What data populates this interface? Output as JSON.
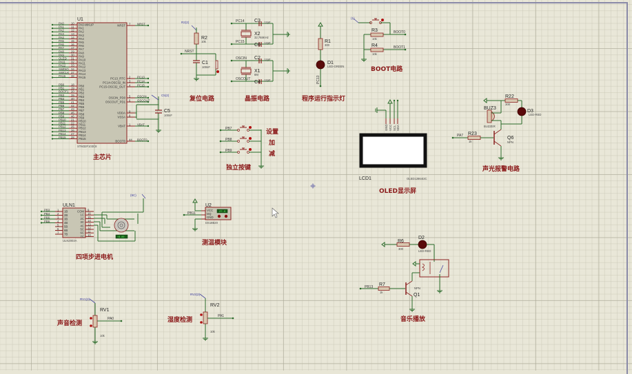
{
  "app": {
    "name": "Proteus schematic"
  },
  "colors": {
    "wire": "#2a6b2a",
    "title": "#8b1a1a",
    "component_outline": "#8b2020",
    "background": "#e9e7d8",
    "power_label": "#3a3aa0"
  },
  "blocks": {
    "mcu": {
      "title": "主芯片",
      "ref": "U1",
      "part": "STM32F103C8",
      "left_pins": [
        {
          "net": "PA0",
          "num": "10",
          "name": "PA0-WKUP"
        },
        {
          "net": "PA1",
          "num": "11",
          "name": "PA1"
        },
        {
          "net": "PA2",
          "num": "12",
          "name": "PA2"
        },
        {
          "net": "PA3",
          "num": "13",
          "name": "PA3"
        },
        {
          "net": "PA4",
          "num": "14",
          "name": "PA4"
        },
        {
          "net": "PA5",
          "num": "15",
          "name": "PA5"
        },
        {
          "net": "PA6",
          "num": "16",
          "name": "PA6"
        },
        {
          "net": "PA7",
          "num": "17",
          "name": "PA7"
        },
        {
          "net": "PA8",
          "num": "29",
          "name": "PA8"
        },
        {
          "net": "PA9",
          "num": "30",
          "name": "PA9"
        },
        {
          "net": "OLED",
          "num": "31",
          "name": "PA10"
        },
        {
          "net": "PA11",
          "num": "32",
          "name": "PA11"
        },
        {
          "net": "PA12",
          "num": "33",
          "name": "PA12"
        },
        {
          "net": "SWDIO",
          "num": "34",
          "name": "PA13"
        },
        {
          "net": "SWCLK",
          "num": "37",
          "name": "PA14"
        },
        {
          "net": "PA15",
          "num": "38",
          "name": "PA15"
        },
        {
          "net": "PB0",
          "num": "18",
          "name": "PB0"
        },
        {
          "net": "PB1",
          "num": "19",
          "name": "PB1"
        },
        {
          "net": "BOOT1",
          "num": "20",
          "name": "PB2"
        },
        {
          "net": "PB3",
          "num": "39",
          "name": "PB3"
        },
        {
          "net": "PB4",
          "num": "40",
          "name": "PB4"
        },
        {
          "net": "PB5",
          "num": "41",
          "name": "PB5"
        },
        {
          "net": "PB6",
          "num": "42",
          "name": "PB6"
        },
        {
          "net": "PB7",
          "num": "43",
          "name": "PB7"
        },
        {
          "net": "PB8",
          "num": "45",
          "name": "PB8"
        },
        {
          "net": "PB9",
          "num": "46",
          "name": "PB9"
        },
        {
          "net": "PB10",
          "num": "21",
          "name": "PB10"
        },
        {
          "net": "PB11",
          "num": "22",
          "name": "PB11"
        },
        {
          "net": "PB12",
          "num": "25",
          "name": "PB12"
        },
        {
          "net": "PB13",
          "num": "26",
          "name": "PB13"
        },
        {
          "net": "PB14",
          "num": "27",
          "name": "PB14"
        },
        {
          "net": "PB15",
          "num": "28",
          "name": "PB15"
        }
      ],
      "right_pins": [
        {
          "net": "NRST",
          "num": "7",
          "name": "NRST"
        },
        {
          "net": "PC13",
          "num": "2",
          "name": "PC13_RTC"
        },
        {
          "net": "PC14",
          "num": "3",
          "name": "PC14-OSC32_IN"
        },
        {
          "net": "PC15",
          "num": "4",
          "name": "PC15-OSC32_OUT"
        },
        {
          "net": "OSCIN",
          "num": "5",
          "name": "OSCIN_PD0"
        },
        {
          "net": "OSCOUT",
          "num": "6",
          "name": "OSCOUT_PD1"
        },
        {
          "net": "",
          "num": "9",
          "name": "VDDA"
        },
        {
          "net": "",
          "num": "8",
          "name": "VSSA"
        },
        {
          "net": "VBAT",
          "num": "1",
          "name": "VBAT"
        },
        {
          "net": "BOOT0",
          "num": "44",
          "name": "BOOT0"
        }
      ],
      "c5": {
        "ref": "C5",
        "value": "100nF",
        "power": "C5(2)"
      }
    },
    "reset": {
      "title": "复位电路",
      "r_ref": "R2",
      "r_val": "10k",
      "c_ref": "C1",
      "c_val": "100nF",
      "net": "NRST",
      "power": "R2(2)"
    },
    "crystal": {
      "title": "晶振电路",
      "x2": {
        "ref": "X2",
        "value": "32.768KHz",
        "c_top": "C3",
        "c_bot": "C6",
        "cval": "12pF",
        "net_top": "PC14",
        "net_bot": "PC15"
      },
      "x1": {
        "ref": "X1",
        "value": "8M",
        "c_top": "C2",
        "c_bot": "C4",
        "cval": "12pF",
        "net_top": "OSCIN",
        "net_bot": "OSCOUT"
      }
    },
    "run_led": {
      "title": "程序运行指示灯",
      "r_ref": "R1",
      "r_val": "300",
      "d_ref": "D1",
      "d_val": "LED-GREEN",
      "net": "PC13"
    },
    "boot": {
      "title": "BOOT电路",
      "r3": "R3",
      "r4": "R4",
      "rval": "10k",
      "net0": "BOOT0",
      "net1": "BOOT1",
      "power": "(1)"
    },
    "keys": {
      "title": "独立按键",
      "items": [
        {
          "net": "PB7",
          "label": "设置"
        },
        {
          "net": "PB8",
          "label": "加"
        },
        {
          "net": "PB9",
          "label": "减"
        }
      ]
    },
    "oled": {
      "title": "OLED显示屏",
      "ref": "LCD1",
      "part": "OLED12864I2C",
      "pins": [
        "GND",
        "VCC",
        "SCL",
        "SDA"
      ]
    },
    "alarm": {
      "title": "声光报警电路",
      "buz_ref": "BUZ3",
      "buz_val": "BUZZER",
      "r22": "R22",
      "r22_val": "300",
      "d3": "D3",
      "d3_val": "LED-RED",
      "r23": "R23",
      "r23_val": "1k",
      "q": "Q6",
      "q_val": "NPN",
      "net": "PA7"
    },
    "stepper": {
      "title": "四项步进电机",
      "ref": "ULN1",
      "part": "ULN2003A",
      "power": "(9C)",
      "in_nets": [
        "PB3",
        "PB4",
        "PB5",
        "PB6"
      ],
      "left_pins": [
        {
          "num": "1",
          "name": "1B"
        },
        {
          "num": "2",
          "name": "2B"
        },
        {
          "num": "3",
          "name": "3B"
        },
        {
          "num": "4",
          "name": "4B"
        },
        {
          "num": "5",
          "name": "5B"
        },
        {
          "num": "6",
          "name": "6B"
        },
        {
          "num": "7",
          "name": "7B"
        }
      ],
      "right_pins": [
        {
          "num": "9",
          "name": "COM"
        },
        {
          "num": "16",
          "name": "1C"
        },
        {
          "num": "15",
          "name": "2C"
        },
        {
          "num": "14",
          "name": "3C"
        },
        {
          "num": "13",
          "name": "4C"
        },
        {
          "num": "12",
          "name": "5C"
        },
        {
          "num": "11",
          "name": "6C"
        },
        {
          "num": "10",
          "name": "7C"
        }
      ],
      "motor_readout": "+0.00"
    },
    "temp": {
      "title": "测温模块",
      "ref": "U2",
      "part": "DS18B20",
      "net": "PB11",
      "pins": [
        "VCC",
        "DQ",
        "GND"
      ],
      "readout": "27.0"
    },
    "music": {
      "title": "音乐播放",
      "r6": "R6",
      "r6_val": "300",
      "d2": "D2",
      "d2_val": "LED-RED",
      "r7": "R7",
      "r7_val": "1k",
      "q": "Q1",
      "q_val": "NPN",
      "net": "PB13"
    },
    "sound": {
      "title": "声音检测",
      "ref": "RV1",
      "value": "10k",
      "net": "PA0",
      "power": "RV1(2)"
    },
    "humidity": {
      "title": "湿度检测",
      "ref": "RV2",
      "value": "10k",
      "net": "PA1",
      "power": "RV2(2)"
    }
  }
}
